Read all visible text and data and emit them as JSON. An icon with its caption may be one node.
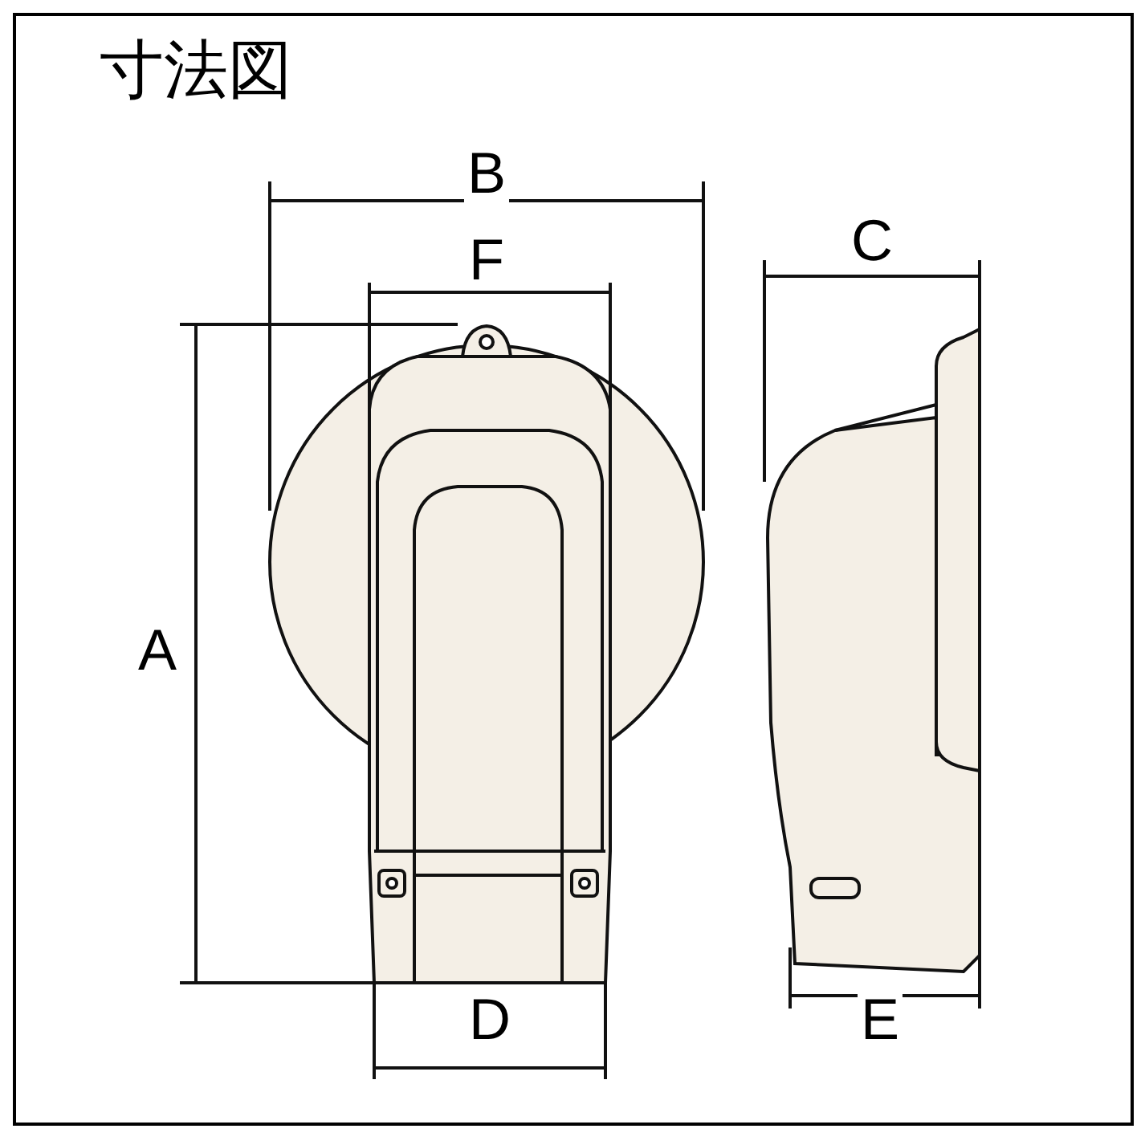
{
  "diagram": {
    "title": "寸法図",
    "labels": [
      "B",
      "F",
      "C",
      "A",
      "D",
      "E"
    ]
  }
}
